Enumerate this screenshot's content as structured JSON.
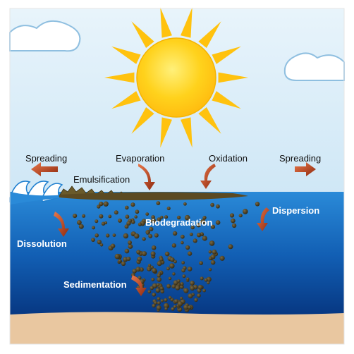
{
  "labels": {
    "spreading_left": "Spreading",
    "evaporation": "Evaporation",
    "oxidation": "Oxidation",
    "spreading_right": "Spreading",
    "emulsification": "Emulsification",
    "dispersion": "Dispersion",
    "biodegradation": "Biodegradation",
    "dissolution": "Dissolution",
    "sedimentation": "Sedimentation"
  },
  "colors": {
    "sky": "#cfe7f6",
    "sun_core": "#ffd21c",
    "sun_rays": "#ffc20e",
    "water_top": "#1f7fcf",
    "water_bottom": "#06357f",
    "sand": "#e9c7a0",
    "oil": "#5b4a22",
    "arrow": "#b23a16",
    "cloud_outline": "#8fbfe0"
  }
}
